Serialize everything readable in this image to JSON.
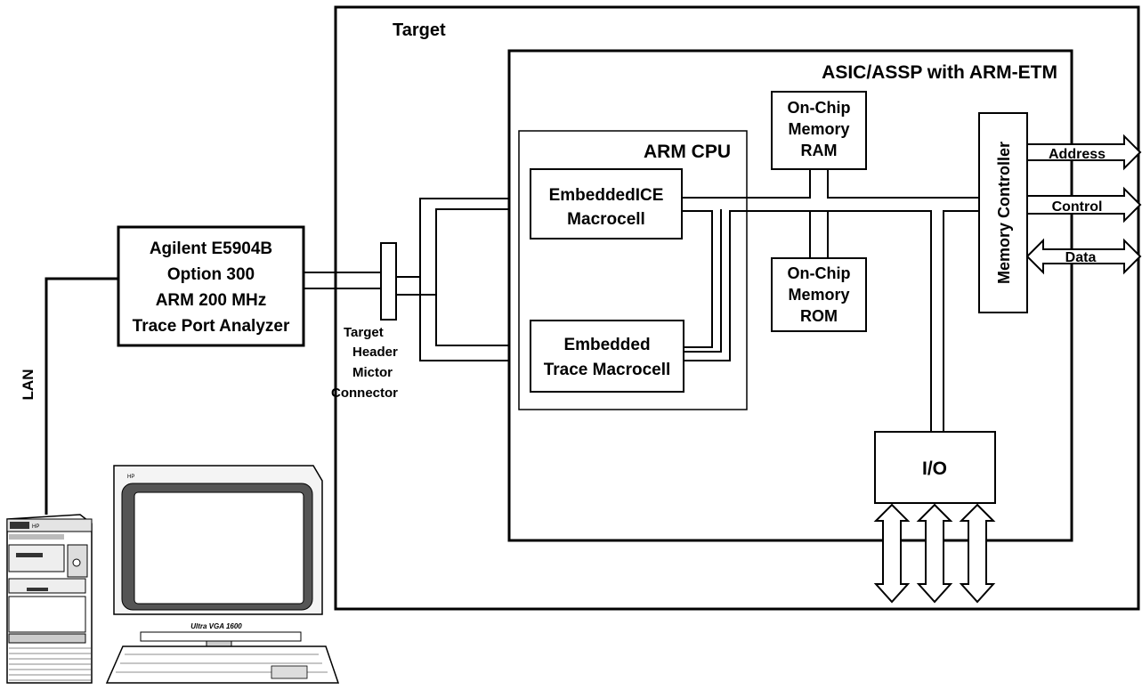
{
  "target": {
    "label": "Target"
  },
  "asic": {
    "label": "ASIC/ASSP with ARM-ETM"
  },
  "arm_cpu": {
    "label": "ARM CPU"
  },
  "embedded_ice": {
    "line1": "EmbeddedICE",
    "line2": "Macrocell"
  },
  "etm": {
    "line1": "Embedded",
    "line2": "Trace Macrocell"
  },
  "ram": {
    "line1": "On-Chip",
    "line2": "Memory",
    "line3": "RAM"
  },
  "rom": {
    "line1": "On-Chip",
    "line2": "Memory",
    "line3": "ROM"
  },
  "memory_controller": {
    "label": "Memory Controller"
  },
  "io": {
    "label": "I/O"
  },
  "signals": {
    "address": "Address",
    "control": "Control",
    "data": "Data"
  },
  "analyzer": {
    "line1": "Agilent E5904B",
    "line2": "Option 300",
    "line3": "ARM 200 MHz",
    "line4": "Trace Port Analyzer"
  },
  "connector": {
    "line1": "Target",
    "line2": "Header",
    "line3": "Mictor",
    "line4": "Connector"
  },
  "lan": {
    "label": "LAN"
  },
  "monitor": {
    "brand": "HP",
    "model": "Ultra VGA 1600"
  },
  "pc": {
    "brand": "HP"
  }
}
